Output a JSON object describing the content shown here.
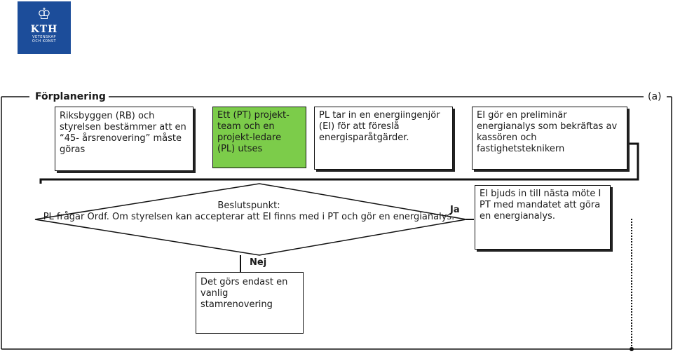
{
  "logo": {
    "name": "KTH",
    "line1": "VETENSKAP",
    "line2": "OCH KONST"
  },
  "phase": {
    "title": "Förplanering",
    "tag": "(a)"
  },
  "boxes": {
    "b1": "Riksbyggen (RB) och styrelsen bestämmer att en “45- årsrenovering” måste göras",
    "b2": "Ett (PT) projekt-team och en projekt-ledare (PL) utses",
    "b3": "PL tar in en energiingenjör (EI) för att föreslå energisparåtgärder.",
    "b4": "EI gör en preliminär energianalys som bekräftas av kassören och fastighetsteknikern",
    "b5": "EI bjuds in till nästa möte I PT med mandatet att göra en energianalys.",
    "b6": "Det görs endast en vanlig stamrenovering"
  },
  "decision": {
    "title": "Beslutspunkt:",
    "text": "PL frågar Ordf. Om styrelsen kan accepterar att EI finns med i PT och gör en energianalys."
  },
  "labels": {
    "yes": "Ja",
    "no": "Nej"
  },
  "colors": {
    "accent_green": "#7ccc4a",
    "logo_blue": "#1c4d9a"
  }
}
